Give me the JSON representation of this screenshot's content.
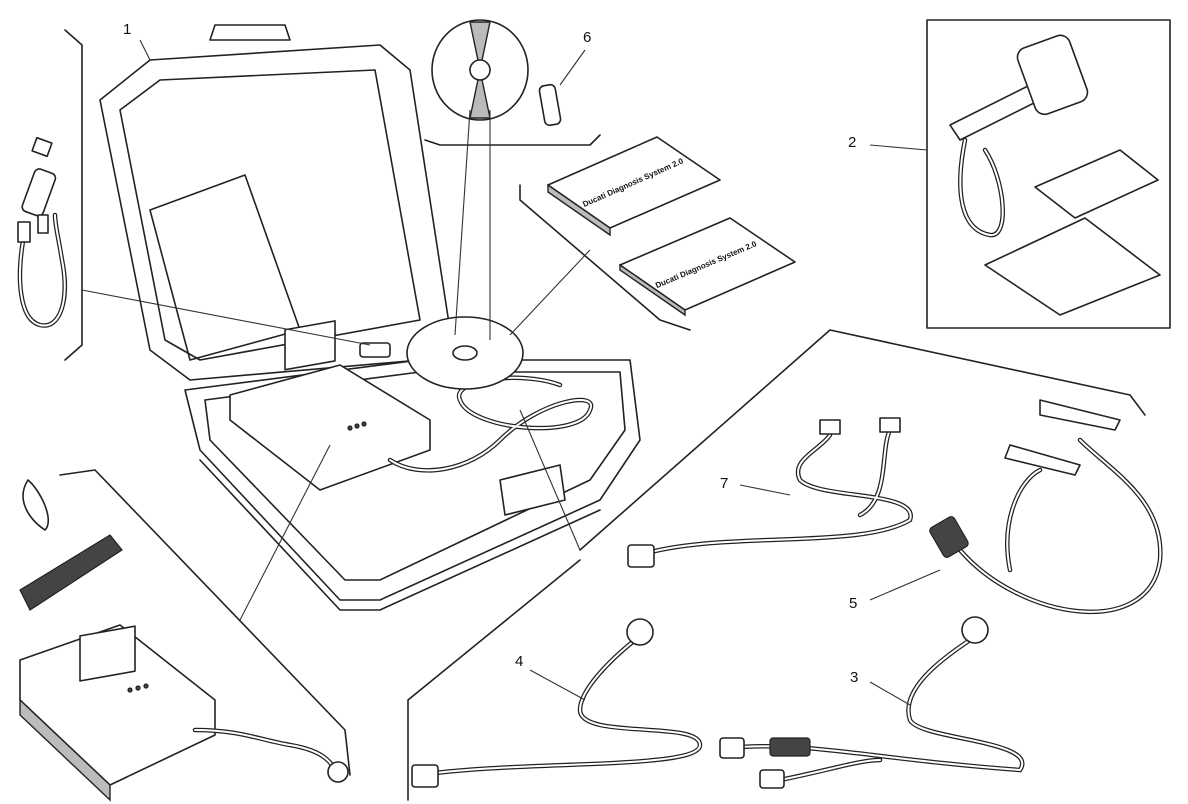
{
  "diagram": {
    "callouts": [
      {
        "id": "1",
        "label": "1"
      },
      {
        "id": "2",
        "label": "2"
      },
      {
        "id": "3",
        "label": "3"
      },
      {
        "id": "4",
        "label": "4"
      },
      {
        "id": "5",
        "label": "5"
      },
      {
        "id": "6",
        "label": "6"
      },
      {
        "id": "7",
        "label": "7"
      }
    ],
    "book_titles": [
      "Ducati Diagnosis System 2.0",
      "Ducati Diagnosis System 2.0"
    ],
    "colors": {
      "line": "#222222",
      "background": "#ffffff"
    }
  }
}
